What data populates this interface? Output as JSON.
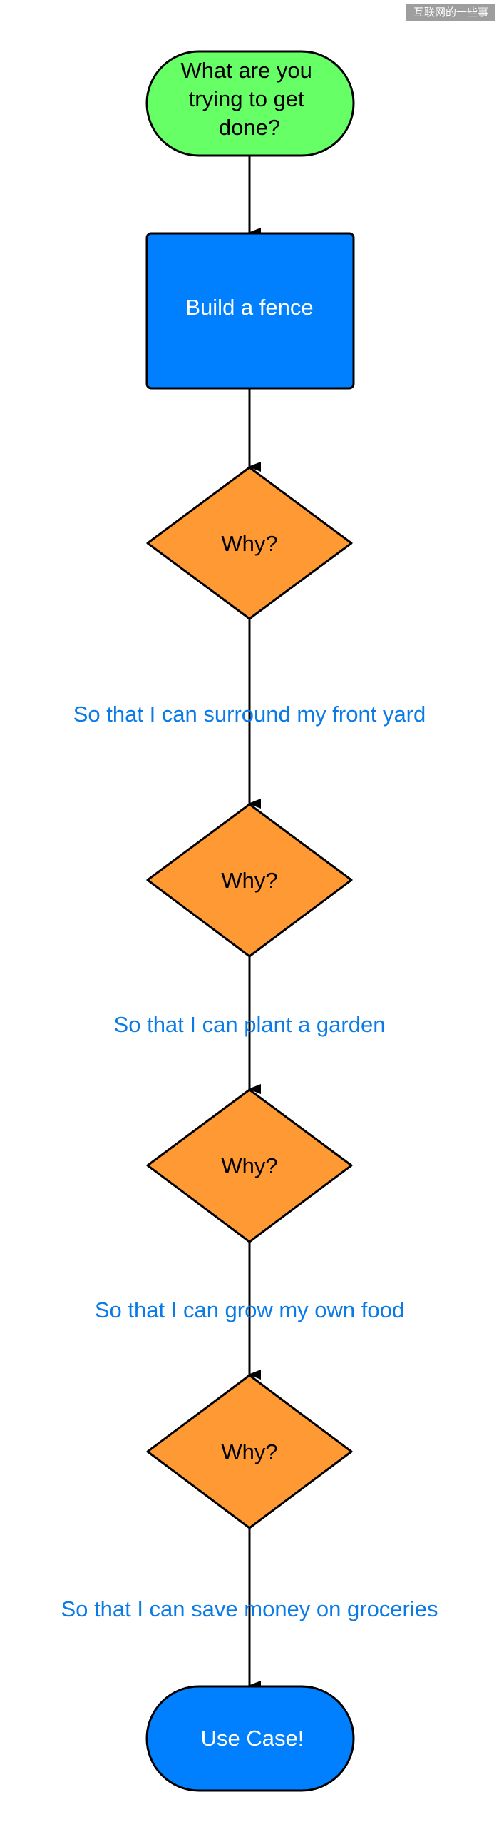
{
  "watermark": "互联网的一些事",
  "nodes": {
    "start": {
      "label": "What are you trying to get done?",
      "lines": [
        "What are you",
        "trying to get",
        "done?"
      ]
    },
    "process": {
      "label": "Build a fence"
    },
    "decision_1": {
      "label": "Why?"
    },
    "decision_2": {
      "label": "Why?"
    },
    "decision_3": {
      "label": "Why?"
    },
    "decision_4": {
      "label": "Why?"
    },
    "end": {
      "label": "Use Case!"
    }
  },
  "edge_labels": {
    "answer_1": "So that I can surround my front yard",
    "answer_2": "So that I can plant a garden",
    "answer_3": "So that I can grow my own food",
    "answer_4": "So that I can save money on groceries"
  },
  "colors": {
    "start_fill": "#66ff66",
    "process_fill": "#0080ff",
    "decision_fill": "#ff9933",
    "end_fill": "#0080ff",
    "stroke": "#000000",
    "edge_label": "#0a7ae6"
  }
}
